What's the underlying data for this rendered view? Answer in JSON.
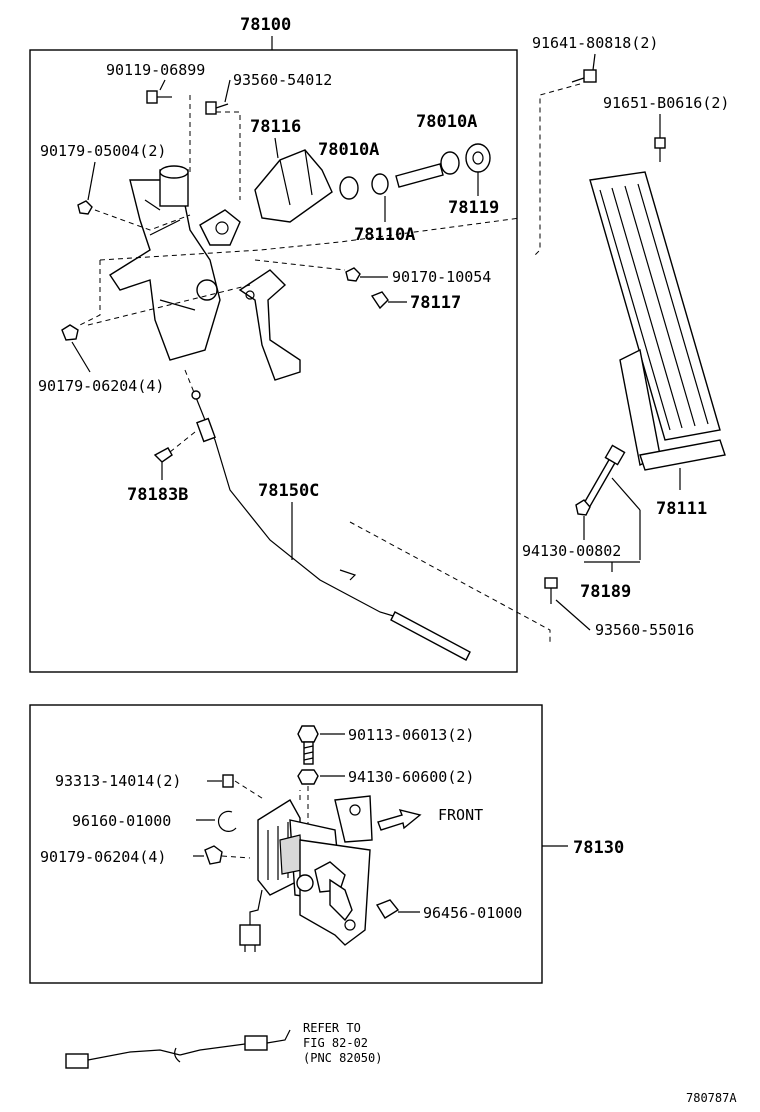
{
  "assembly_top": "78100",
  "labels": {
    "p90119": "90119-06899",
    "p93560a": "93560-54012",
    "p78116": "78116",
    "p78010a1": "78010A",
    "p78010a2": "78010A",
    "p90179a": "90179-05004(2)",
    "p78119": "78119",
    "p78110a": "78110A",
    "p90170": "90170-10054",
    "p78117": "78117",
    "p90179b": "90179-06204(4)",
    "p78183b": "78183B",
    "p78150c": "78150C",
    "p91641": "91641-80818(2)",
    "p91651": "91651-B0616(2)",
    "p78111": "78111",
    "p94130a": "94130-00802",
    "p78189": "78189",
    "p93560b": "93560-55016",
    "p90113": "90113-06013(2)",
    "p93313": "93313-14014(2)",
    "p94130b": "94130-60600(2)",
    "p96160": "96160-01000",
    "p90179c": "90179-06204(4)",
    "p96456": "96456-01000",
    "p78130": "78130",
    "front": "FRONT",
    "refer1": "REFER TO",
    "refer2": "FIG 82-02",
    "refer3": "(PNC 82050)",
    "figure_code": "780787A"
  }
}
